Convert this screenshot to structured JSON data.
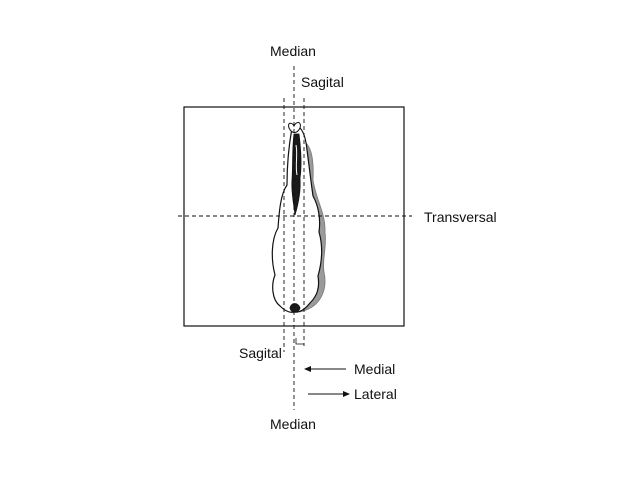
{
  "labels": {
    "median_top": "Median",
    "sagital_top": "Sagital",
    "transversal": "Transversal",
    "sagital_bottom": "Sagital",
    "medial": "Medial",
    "lateral": "Lateral",
    "median_bottom": "Median"
  },
  "colors": {
    "line": "#111111",
    "shadow": "#9a9a9a",
    "body_fill": "#ffffff",
    "dark_core": "#1a1a1a"
  }
}
